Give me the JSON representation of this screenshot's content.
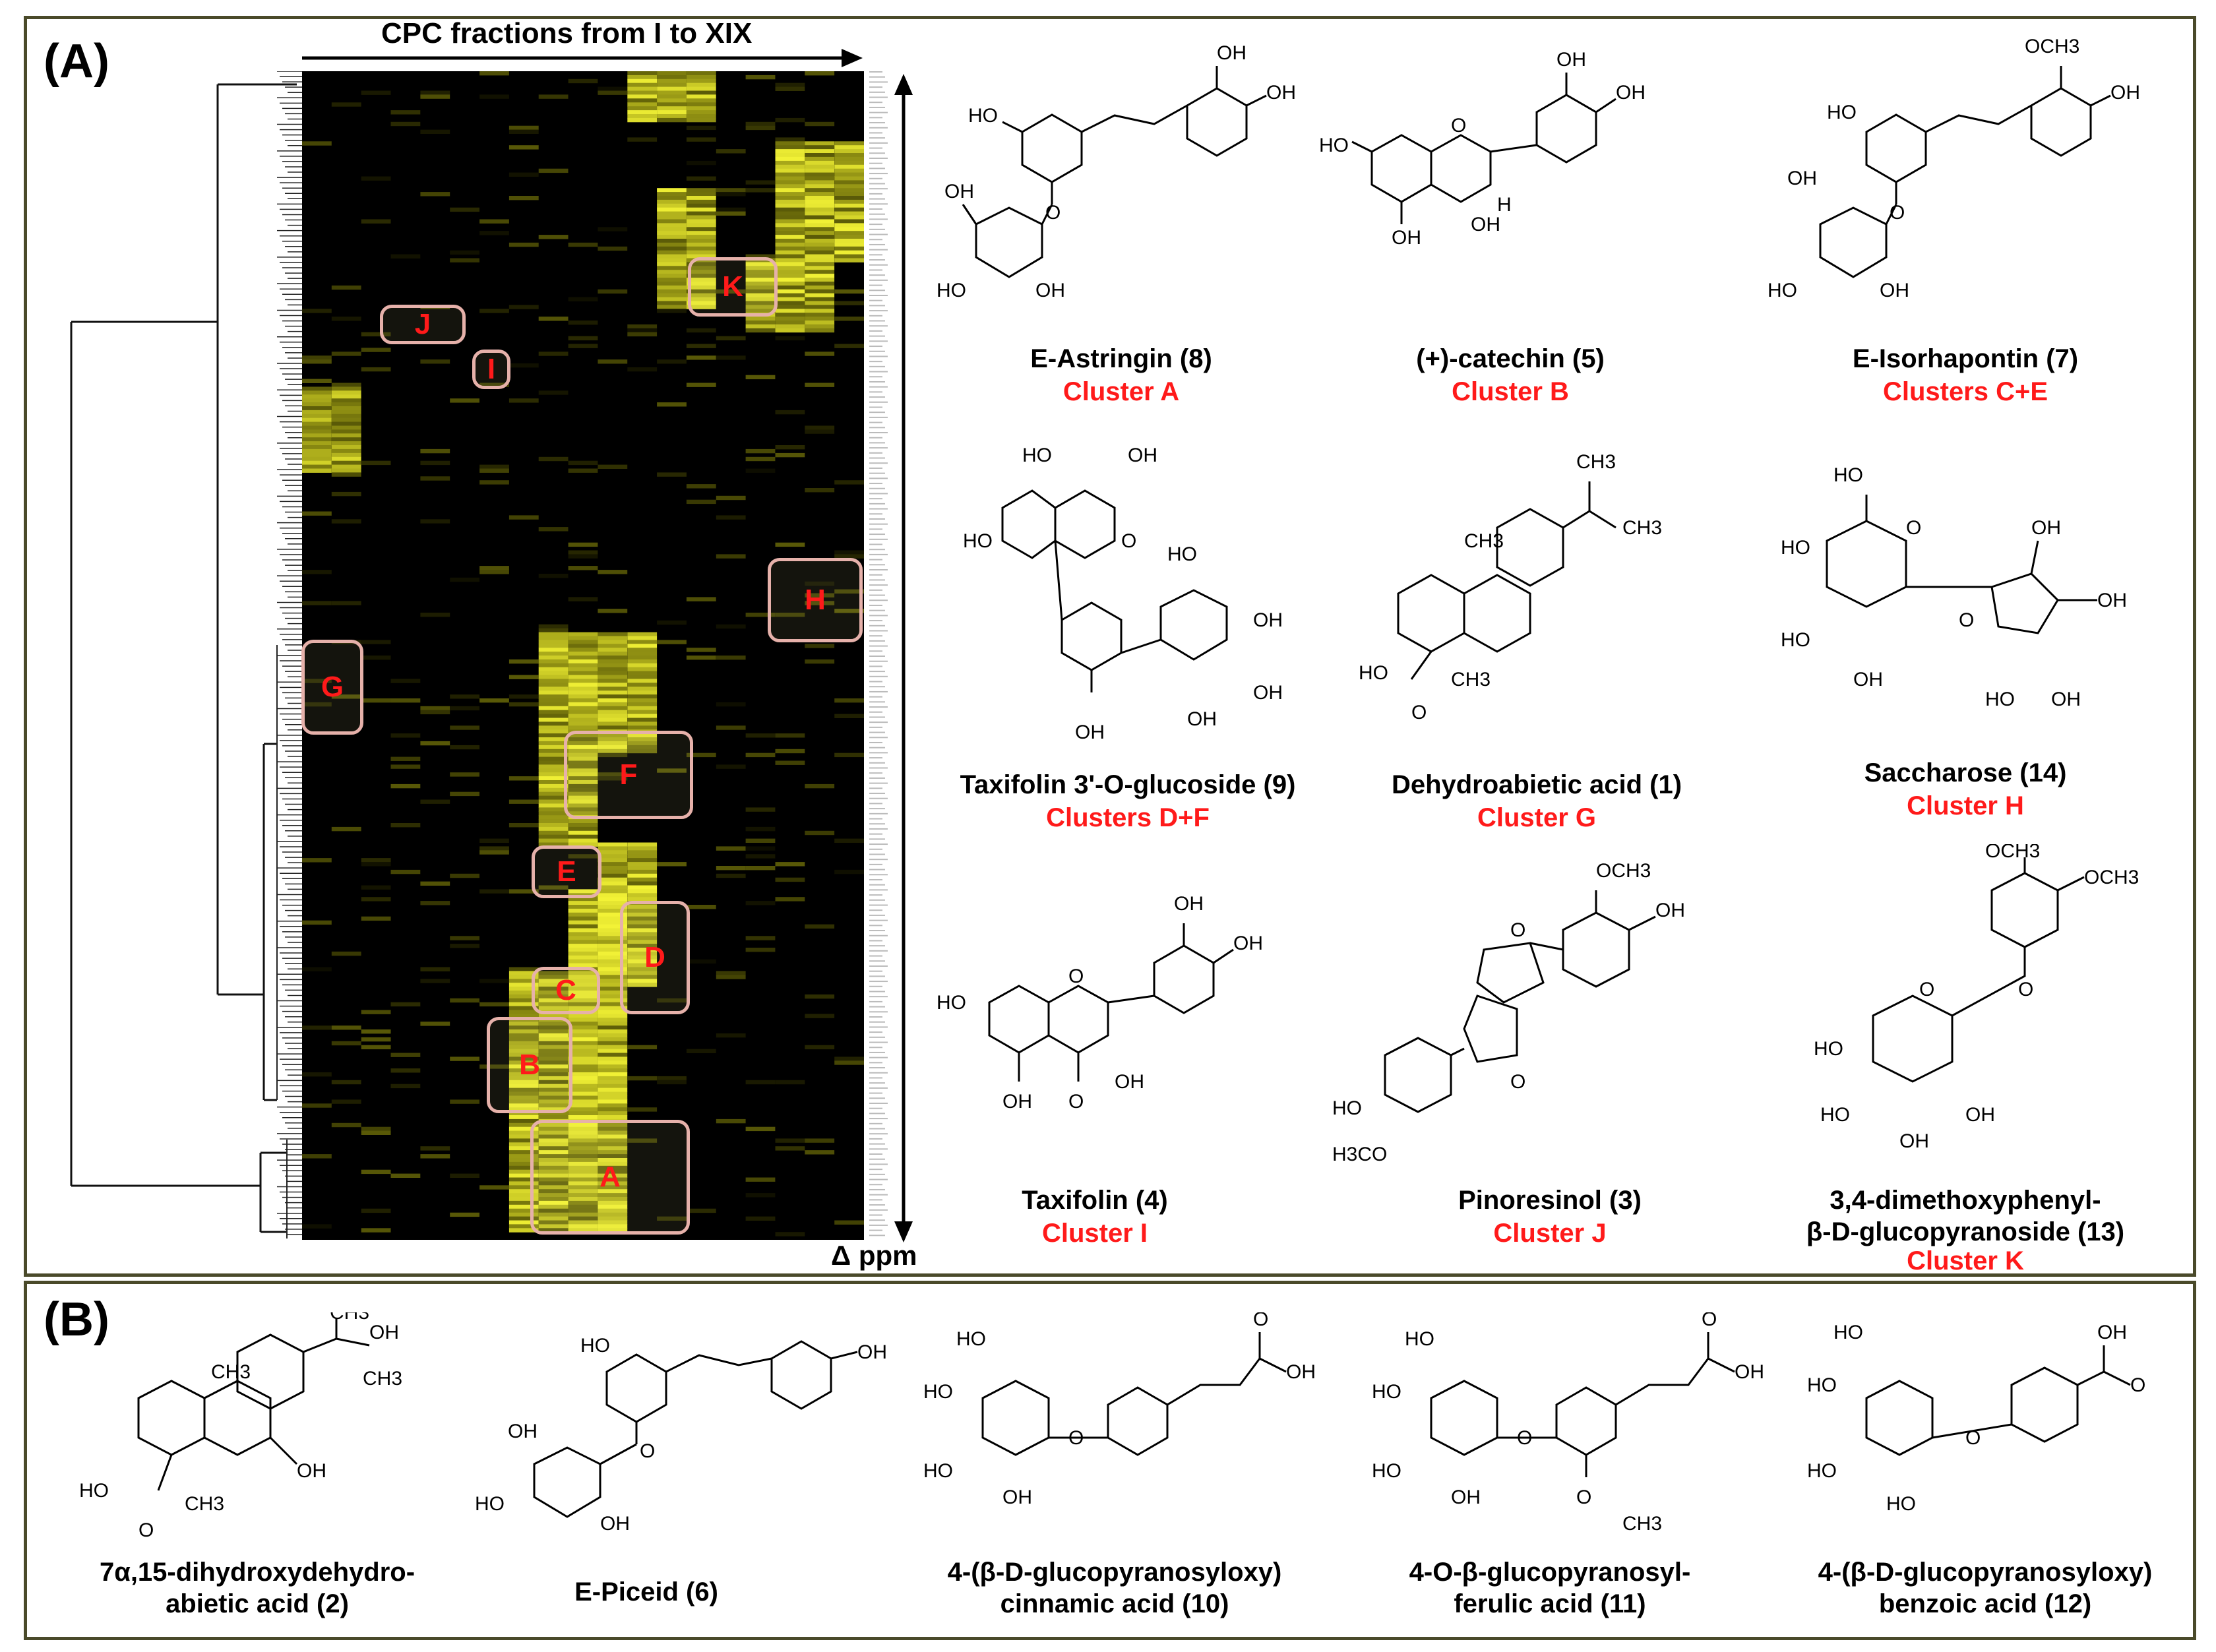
{
  "panel_a": {
    "label": "(A)",
    "heatmap": {
      "top_label": "CPC fractions from I to XIX",
      "ppm_label": "Δ ppm",
      "clusters": [
        {
          "id": "A"
        },
        {
          "id": "B"
        },
        {
          "id": "C"
        },
        {
          "id": "D"
        },
        {
          "id": "E"
        },
        {
          "id": "F"
        },
        {
          "id": "G"
        },
        {
          "id": "H"
        },
        {
          "id": "I"
        },
        {
          "id": "J"
        },
        {
          "id": "K"
        }
      ]
    },
    "compounds": [
      {
        "name": "E-Astringin (8)",
        "cluster": "Cluster A"
      },
      {
        "name": "(+)-catechin (5)",
        "cluster": "Cluster B"
      },
      {
        "name": "E-Isorhapontin (7)",
        "cluster": "Clusters C+E"
      },
      {
        "name": "Taxifolin 3'-O-glucoside (9)",
        "cluster": "Clusters D+F"
      },
      {
        "name": "Dehydroabietic acid  (1)",
        "cluster": "Cluster G"
      },
      {
        "name": "Saccharose (14)",
        "cluster": "Cluster H"
      },
      {
        "name": "Taxifolin (4)",
        "cluster": "Cluster I"
      },
      {
        "name": "Pinoresinol (3)",
        "cluster": "Cluster J"
      },
      {
        "name": "3,4-dimethoxyphenyl-",
        "name2": "β-D-glucopyranoside (13)",
        "cluster": "Cluster K"
      }
    ]
  },
  "panel_b": {
    "label": "(B)",
    "compounds": [
      {
        "line1": "7α,15-dihydroxydehydro-",
        "line2": "abietic  acid (2)"
      },
      {
        "line1": "E-Piceid (6)"
      },
      {
        "line1": "4-(β-D-glucopyranosyloxy)",
        "line2": "cinnamic acid (10)"
      },
      {
        "line1": "4-O-β-glucopyranosyl-",
        "line2": "ferulic acid (11)"
      },
      {
        "line1": "4-(β-D-glucopyranosyloxy)",
        "line2": "benzoic acid (12)"
      }
    ]
  },
  "atom_labels": {
    "oh": "OH",
    "ho": "HO",
    "o": "O",
    "h": "H",
    "ch3": "CH3",
    "och3": "OCH3",
    "h3co": "H3CO"
  }
}
